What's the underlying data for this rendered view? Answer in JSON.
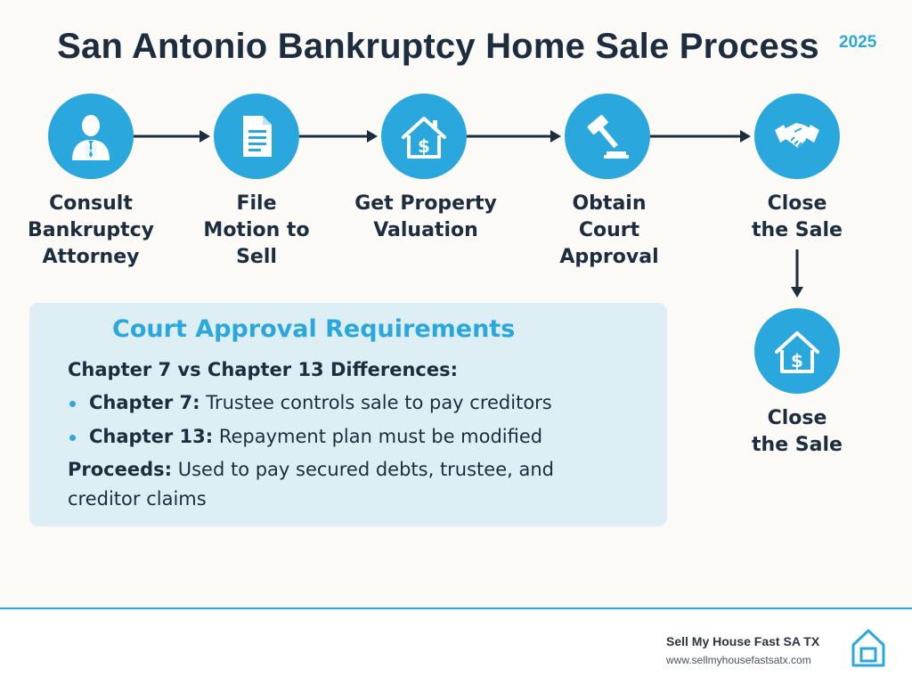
{
  "header": {
    "title": "San Antonio Bankruptcy Home Sale Process",
    "year": "2025"
  },
  "steps": [
    {
      "label": "Consult\nBankruptcy\nAttorney",
      "icon": "attorney-icon"
    },
    {
      "label": "File\nMotion to\nSell",
      "icon": "document-icon"
    },
    {
      "label": "Get Property\nValuation",
      "icon": "house-dollar-icon"
    },
    {
      "label": "Obtain\nCourt\nApproval",
      "icon": "gavel-icon"
    },
    {
      "label": "Close\nthe Sale",
      "icon": "handshake-icon"
    },
    {
      "label": "Close\nthe Sale",
      "icon": "house-dollar-icon"
    }
  ],
  "panel": {
    "title": "Court Approval Requirements",
    "subtitle": "Chapter 7 vs Chapter 13 Differences:",
    "bullets": [
      {
        "label": "Chapter 7:",
        "text": " Trustee controls sale to pay creditors"
      },
      {
        "label": "Chapter 13:",
        "text": " Repayment plan must be modified"
      }
    ],
    "proceeds_label": "Proceeds:",
    "proceeds_text_1": " Used to pay secured debts, trustee, and",
    "proceeds_text_2": "creditor claims"
  },
  "footer": {
    "brand": "Sell My House Fast SA TX",
    "url": "www.sellmyhousefastsatx.com",
    "logo_icon": "house-outline-icon"
  },
  "colors": {
    "accent": "#2aa7dc",
    "text": "#1c2d3f",
    "panel_bg": "#deeef5",
    "background": "#fbfaf6"
  }
}
